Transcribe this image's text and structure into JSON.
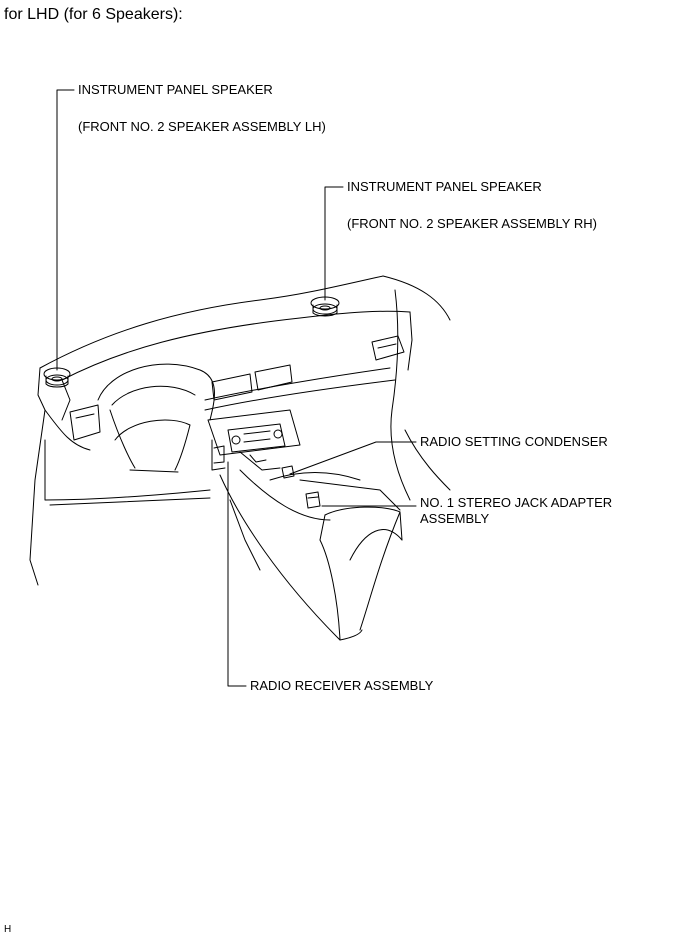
{
  "title": "for LHD (for 6 Speakers):",
  "labels": {
    "ip_speaker_lh_name": "INSTRUMENT PANEL SPEAKER",
    "ip_speaker_lh_part": "(FRONT NO. 2 SPEAKER ASSEMBLY LH)",
    "ip_speaker_rh_name": "INSTRUMENT PANEL SPEAKER",
    "ip_speaker_rh_part": "(FRONT NO. 2 SPEAKER ASSEMBLY RH)",
    "radio_setting_condenser": "RADIO SETTING CONDENSER",
    "stereo_jack_line1": "NO. 1 STEREO JACK ADAPTER",
    "stereo_jack_line2": "ASSEMBLY",
    "radio_receiver": "RADIO RECEIVER ASSEMBLY"
  },
  "figure_code": "H"
}
